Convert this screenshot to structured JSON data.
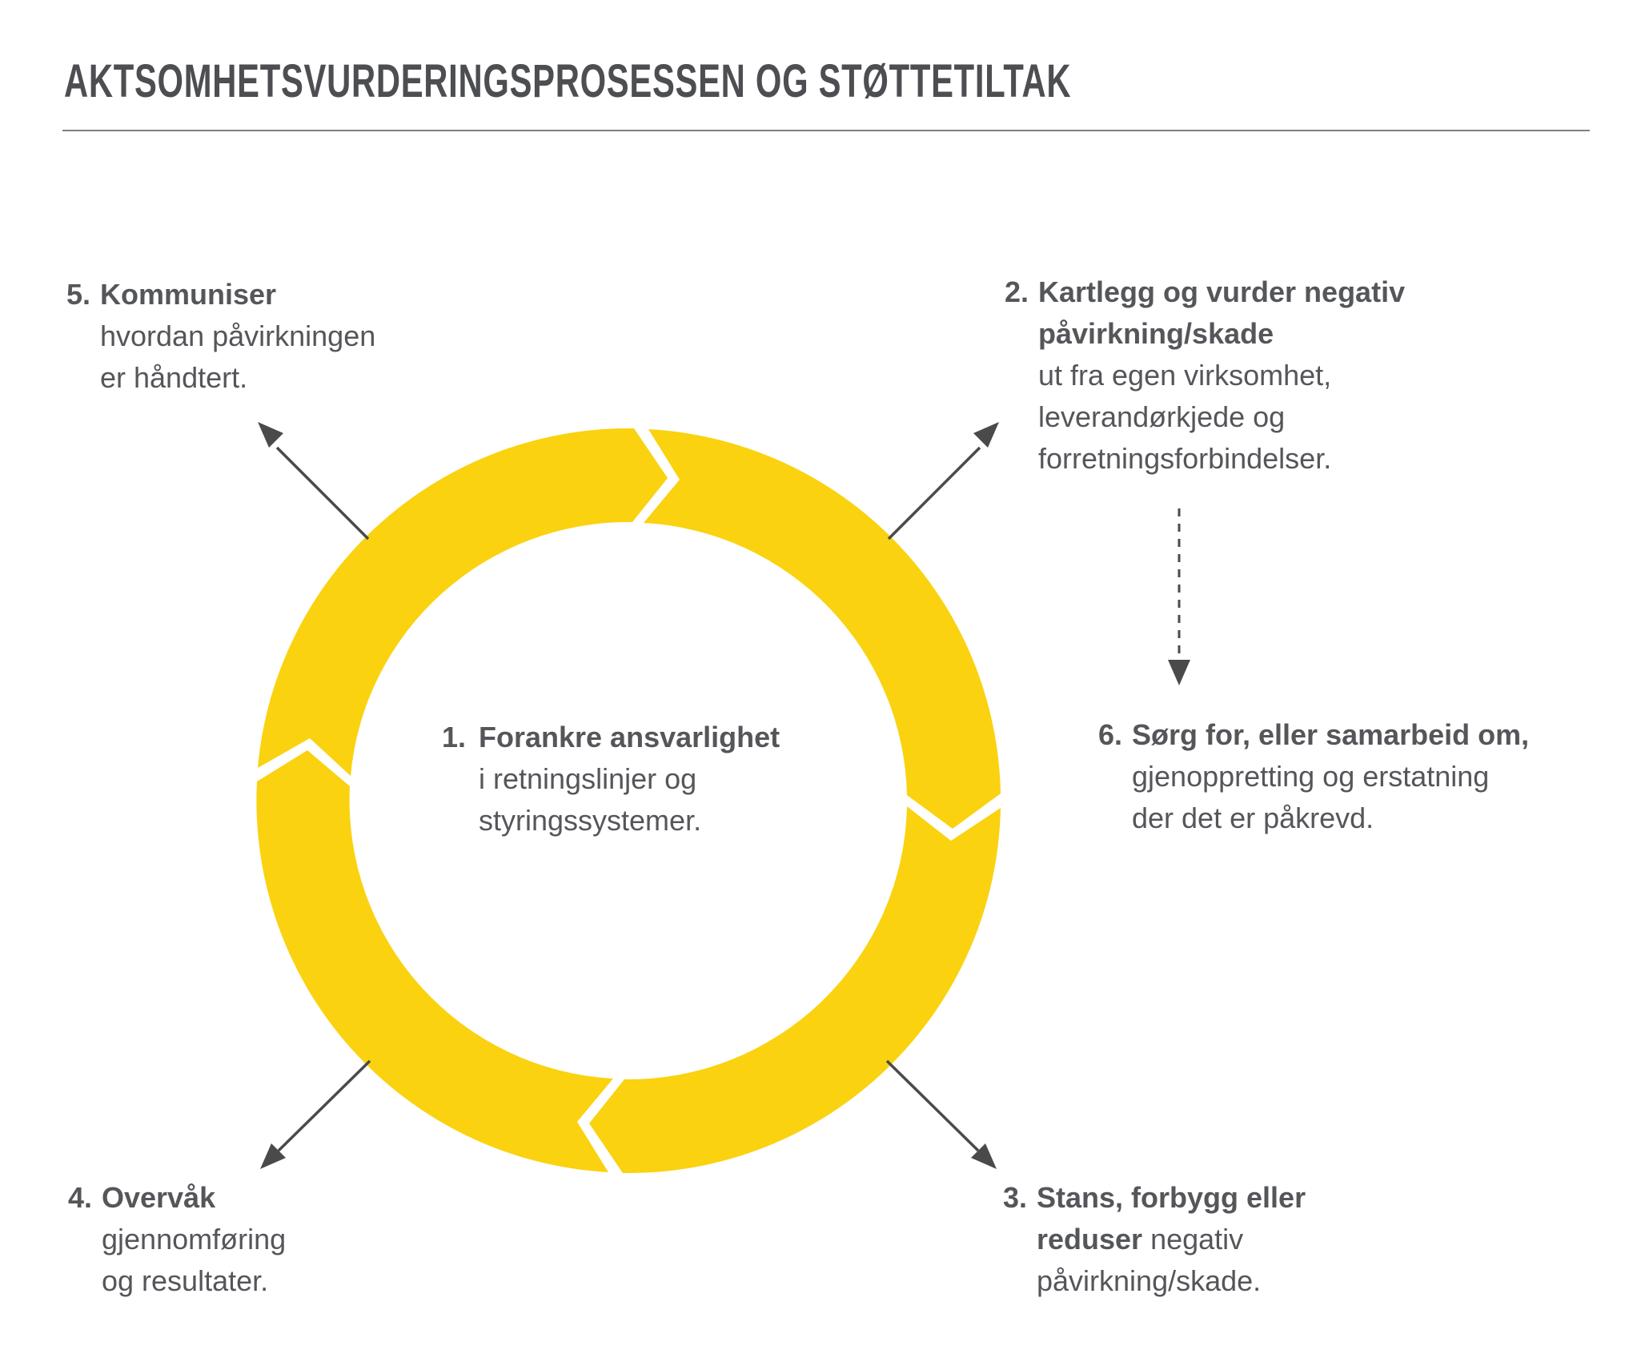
{
  "title": "AKTSOMHETSVURDERINGSPROSESSEN OG STØTTETILTAK",
  "colors": {
    "ring_yellow": "#FAD20F",
    "text_gray": "#54565A",
    "title_gray": "#4D4E52",
    "arrow_gray": "#4A4A4A",
    "rule_gray": "#7F7F7F"
  },
  "steps": [
    {
      "id": 1,
      "number": "1.",
      "lines": [
        [
          {
            "t": "Forankre ansvarlighet",
            "b": true
          }
        ],
        [
          {
            "t": "i retningslinjer og",
            "b": false
          }
        ],
        [
          {
            "t": "styringssystemer.",
            "b": false
          }
        ]
      ]
    },
    {
      "id": 2,
      "number": "2.",
      "lines": [
        [
          {
            "t": "Kartlegg og vurder negativ",
            "b": true
          }
        ],
        [
          {
            "t": "påvirkning/skade",
            "b": true
          }
        ],
        [
          {
            "t": "ut fra egen virksomhet,",
            "b": false
          }
        ],
        [
          {
            "t": "leverandørkjede og",
            "b": false
          }
        ],
        [
          {
            "t": "forretningsforbindelser.",
            "b": false
          }
        ]
      ]
    },
    {
      "id": 3,
      "number": "3.",
      "lines": [
        [
          {
            "t": "Stans, forbygg eller",
            "b": true
          }
        ],
        [
          {
            "t": "reduser",
            "b": true
          },
          {
            "t": " negativ",
            "b": false
          }
        ],
        [
          {
            "t": "påvirkning/skade.",
            "b": false
          }
        ]
      ]
    },
    {
      "id": 4,
      "number": "4.",
      "lines": [
        [
          {
            "t": "Overvåk",
            "b": true
          }
        ],
        [
          {
            "t": "gjennomføring",
            "b": false
          }
        ],
        [
          {
            "t": "og resultater.",
            "b": false
          }
        ]
      ]
    },
    {
      "id": 5,
      "number": "5.",
      "lines": [
        [
          {
            "t": "Kommuniser",
            "b": true
          }
        ],
        [
          {
            "t": "hvordan påvirkningen",
            "b": false
          }
        ],
        [
          {
            "t": "er håndtert.",
            "b": false
          }
        ]
      ]
    },
    {
      "id": 6,
      "number": "6.",
      "lines": [
        [
          {
            "t": "Sørg for, eller samarbeid om,",
            "b": true
          }
        ],
        [
          {
            "t": "gjenoppretting og erstatning",
            "b": false
          }
        ],
        [
          {
            "t": "der det er påkrevd.",
            "b": false
          }
        ]
      ]
    }
  ]
}
